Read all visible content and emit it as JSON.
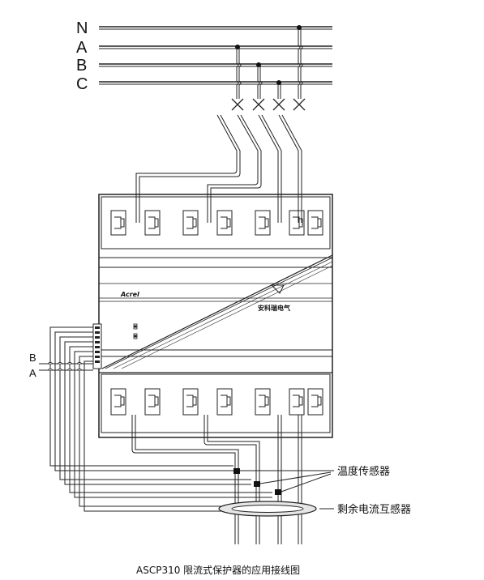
{
  "bus_labels": [
    "N",
    "A",
    "B",
    "C"
  ],
  "comm_labels": [
    "B",
    "A"
  ],
  "device": {
    "brand": "Acrel",
    "brand_cn": "安科瑞电气"
  },
  "annotations": {
    "temperature_sensor": "温度传感器",
    "residual_current_transformer": "剩余电流互感器"
  },
  "caption": "ASCP310 限流式保护器的应用接线图"
}
